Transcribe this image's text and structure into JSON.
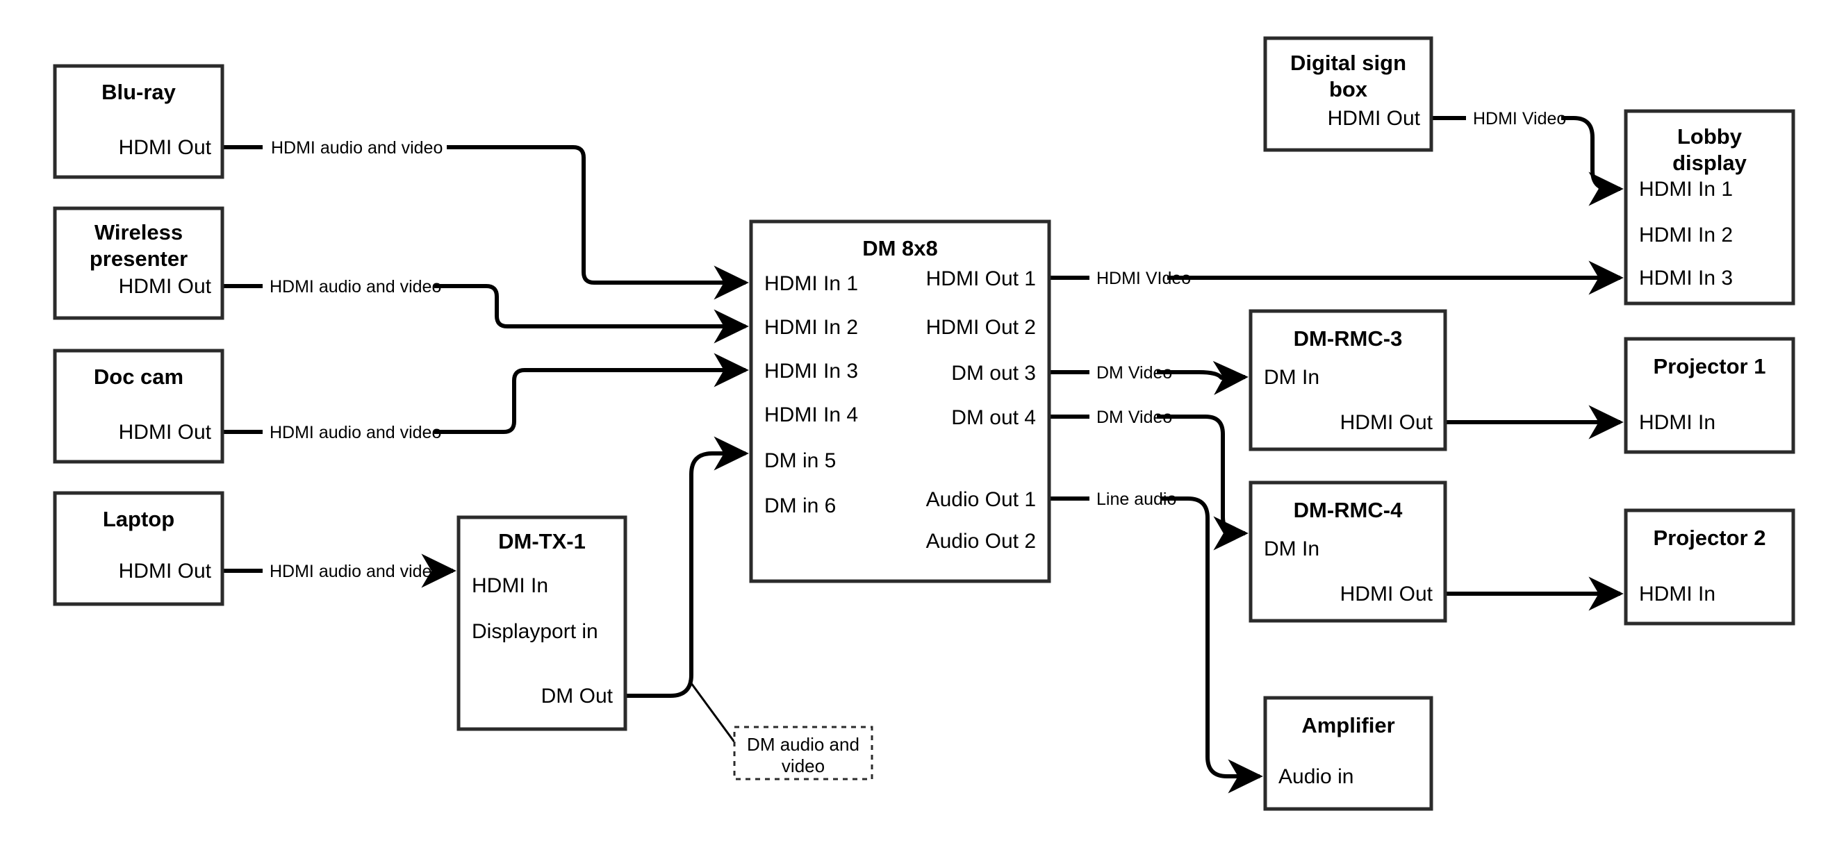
{
  "diagram": {
    "title": "AV signal flow diagram",
    "colors": {
      "box_stroke": "#2b2b2b",
      "line": "#000000",
      "background": "#ffffff"
    },
    "devices": [
      {
        "id": "bluray",
        "title": "Blu-ray",
        "ports_right": [
          "HDMI Out"
        ],
        "ports_left": []
      },
      {
        "id": "wireless",
        "title": "Wireless presenter",
        "ports_right": [
          "HDMI Out"
        ],
        "ports_left": []
      },
      {
        "id": "doccam",
        "title": "Doc cam",
        "ports_right": [
          "HDMI Out"
        ],
        "ports_left": []
      },
      {
        "id": "laptop",
        "title": "Laptop",
        "ports_right": [
          "HDMI Out"
        ],
        "ports_left": []
      },
      {
        "id": "dmtx1",
        "title": "DM-TX-1",
        "ports_left": [
          "HDMI In",
          "Displayport in"
        ],
        "ports_right": [
          "DM Out"
        ]
      },
      {
        "id": "dm8x8",
        "title": "DM 8x8",
        "ports_left": [
          "HDMI In 1",
          "HDMI In 2",
          "HDMI In 3",
          "HDMI In 4",
          "DM in 5",
          "DM in 6"
        ],
        "ports_right": [
          "HDMI Out 1",
          "HDMI Out 2",
          "DM out 3",
          "DM out 4",
          "Audio Out 1",
          "Audio Out 2"
        ]
      },
      {
        "id": "signbox",
        "title": "Digital sign box",
        "ports_right": [
          "HDMI Out"
        ],
        "ports_left": []
      },
      {
        "id": "lobby",
        "title": "Lobby display",
        "ports_left": [
          "HDMI In 1",
          "HDMI In 2",
          "HDMI In 3"
        ],
        "ports_right": []
      },
      {
        "id": "rmc3",
        "title": "DM-RMC-3",
        "ports_left": [
          "DM In"
        ],
        "ports_right": [
          "HDMI Out"
        ]
      },
      {
        "id": "rmc4",
        "title": "DM-RMC-4",
        "ports_left": [
          "DM In"
        ],
        "ports_right": [
          "HDMI Out"
        ]
      },
      {
        "id": "proj1",
        "title": "Projector 1",
        "ports_left": [
          "HDMI In"
        ],
        "ports_right": []
      },
      {
        "id": "proj2",
        "title": "Projector 2",
        "ports_left": [
          "HDMI In"
        ],
        "ports_right": []
      },
      {
        "id": "amp",
        "title": "Amplifier",
        "ports_left": [
          "Audio in"
        ],
        "ports_right": []
      }
    ],
    "connections": [
      {
        "id": "c1",
        "from": "Blu-ray HDMI Out",
        "to": "DM 8x8 HDMI In 1",
        "label": "HDMI audio and video"
      },
      {
        "id": "c2",
        "from": "Wireless presenter HDMI Out",
        "to": "DM 8x8 HDMI In 2",
        "label": "HDMI audio and video"
      },
      {
        "id": "c3",
        "from": "Doc cam HDMI Out",
        "to": "DM 8x8 HDMI In 3",
        "label": "HDMI audio and video"
      },
      {
        "id": "c4",
        "from": "Laptop HDMI Out",
        "to": "DM-TX-1 HDMI In",
        "label": "HDMI audio and video"
      },
      {
        "id": "c5",
        "from": "DM-TX-1 DM Out",
        "to": "DM 8x8 DM in 5",
        "label": "DM audio and video"
      },
      {
        "id": "c6",
        "from": "DM 8x8 HDMI Out 1",
        "to": "Lobby display HDMI In 3",
        "label": "HDMI VIdeo"
      },
      {
        "id": "c7",
        "from": "DM 8x8 DM out 3",
        "to": "DM-RMC-3 DM In",
        "label": "DM Video"
      },
      {
        "id": "c8",
        "from": "DM 8x8 DM out 4",
        "to": "DM-RMC-4 DM In",
        "label": "DM Video"
      },
      {
        "id": "c9",
        "from": "DM 8x8 Audio Out 1",
        "to": "Amplifier Audio in",
        "label": "Line audio"
      },
      {
        "id": "c10",
        "from": "Digital sign box HDMI Out",
        "to": "Lobby display HDMI In 1",
        "label": "HDMI Video"
      },
      {
        "id": "c11",
        "from": "DM-RMC-3 HDMI Out",
        "to": "Projector 1 HDMI In",
        "label": ""
      },
      {
        "id": "c12",
        "from": "DM-RMC-4 HDMI Out",
        "to": "Projector 2 HDMI In",
        "label": ""
      }
    ],
    "labels": {
      "bluray_title": "Blu-ray",
      "bluray_port": "HDMI Out",
      "wireless_title_1": "Wireless",
      "wireless_title_2": "presenter",
      "wireless_port": "HDMI Out",
      "doccam_title": "Doc cam",
      "doccam_port": "HDMI Out",
      "laptop_title": "Laptop",
      "laptop_port": "HDMI Out",
      "dmtx1_title": "DM-TX-1",
      "dmtx1_p1": "HDMI In",
      "dmtx1_p2": "Displayport in",
      "dmtx1_p3": "DM Out",
      "dm8x8_title": "DM 8x8",
      "dm8x8_in1": "HDMI In 1",
      "dm8x8_in2": "HDMI In 2",
      "dm8x8_in3": "HDMI In 3",
      "dm8x8_in4": "HDMI In 4",
      "dm8x8_in5": "DM in 5",
      "dm8x8_in6": "DM in 6",
      "dm8x8_out1": "HDMI Out 1",
      "dm8x8_out2": "HDMI Out 2",
      "dm8x8_out3": "DM out 3",
      "dm8x8_out4": "DM out 4",
      "dm8x8_aout1": "Audio Out 1",
      "dm8x8_aout2": "Audio Out 2",
      "signbox_title_1": "Digital sign",
      "signbox_title_2": "box",
      "signbox_port": "HDMI Out",
      "lobby_title_1": "Lobby",
      "lobby_title_2": "display",
      "lobby_in1": "HDMI In 1",
      "lobby_in2": "HDMI In 2",
      "lobby_in3": "HDMI In 3",
      "rmc3_title": "DM-RMC-3",
      "rmc3_in": "DM In",
      "rmc3_out": "HDMI Out",
      "rmc4_title": "DM-RMC-4",
      "rmc4_in": "DM In",
      "rmc4_out": "HDMI Out",
      "proj1_title": "Projector 1",
      "proj1_in": "HDMI In",
      "proj2_title": "Projector 2",
      "proj2_in": "HDMI In",
      "amp_title": "Amplifier",
      "amp_in": "Audio in",
      "edge_hdmi_av_1": "HDMI audio and video",
      "edge_hdmi_av_2": "HDMI audio and video",
      "edge_hdmi_av_3": "HDMI audio and video",
      "edge_hdmi_av_4": "HDMI audio and video",
      "edge_hdmi_video_out1": "HDMI VIdeo",
      "edge_dm_video_3": "DM Video",
      "edge_dm_video_4": "DM Video",
      "edge_line_audio": "Line audio",
      "edge_hdmi_video_sign": "HDMI Video",
      "callout_line_1": "DM audio and",
      "callout_line_2": "video"
    }
  }
}
